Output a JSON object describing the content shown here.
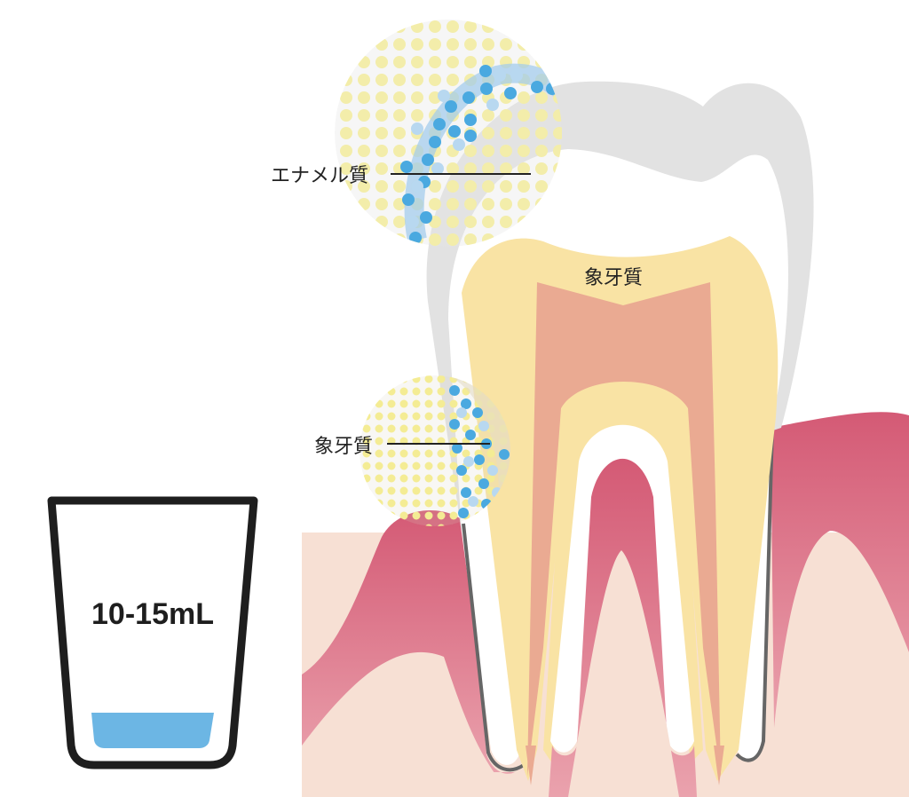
{
  "labels": {
    "enamel": "エナメル質",
    "dentin_callout": "象牙質",
    "dentin_inside": "象牙質"
  },
  "cup": {
    "volume_label": "10-15mL",
    "fill_level_fraction": 0.15,
    "liquid_color": "#6cb6e4"
  },
  "colors": {
    "gum": "#e07f90",
    "gum_dark": "#d45a75",
    "bone": "#f7e0d4",
    "enamel": "#e0e0e0",
    "dentin": "#f9e3a4",
    "pulp": "#eaaa92",
    "dot_yellow": "#fbf28a",
    "dot_blue": "#4aa9e0",
    "dot_blue_light": "#b8d8f0"
  }
}
